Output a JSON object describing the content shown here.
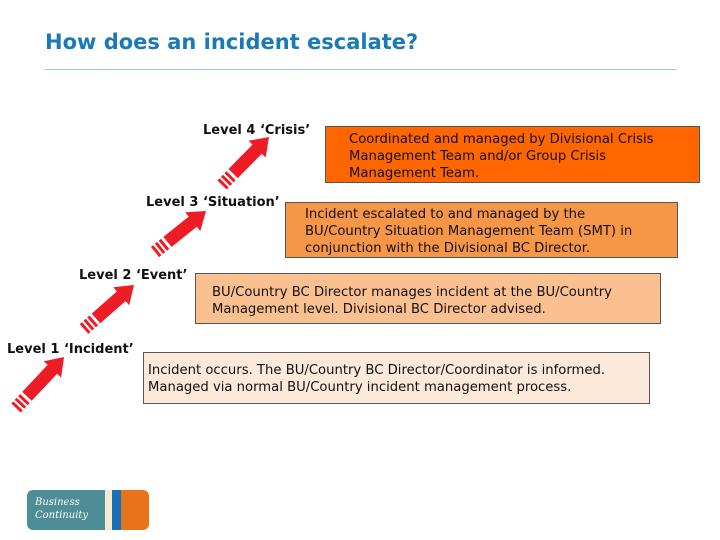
{
  "slide": {
    "title": "How does an incident escalate?"
  },
  "levels": [
    {
      "label": "Level 1 ‘Incident’",
      "description_lines": [
        "Incident occurs. The BU/Country BC Director/Coordinator is informed.",
        "Managed via normal BU/Country incident management process."
      ],
      "box_color": "#fde9d9"
    },
    {
      "label": "Level 2 ‘Event’",
      "description_lines": [
        "BU/Country BC Director manages incident at the BU/Country",
        "Management level. Divisional BC Director advised."
      ],
      "box_color": "#fac090"
    },
    {
      "label": "Level 3 ‘Situation’",
      "description_lines": [
        "Incident escalated to and managed by the",
        "BU/Country Situation Management Team (SMT) in",
        "conjunction with the Divisional BC Director."
      ],
      "box_color": "#f79646"
    },
    {
      "label": "Level 4 ‘Crisis’",
      "description_lines": [
        "Coordinated and managed by Divisional Crisis",
        "Management Team and/or Group Crisis",
        "Management Team."
      ],
      "box_color": "#ff6600"
    }
  ],
  "colors": {
    "title": "#1b79b6",
    "arrow": "#ee1c25",
    "logo_teal": "#4d8d96",
    "logo_blue": "#1570b8",
    "logo_orange": "#e8731a"
  },
  "logo": {
    "line1": "Business",
    "line2": "Continuity"
  },
  "icons": {
    "escalation_arrow": "striped-up-right-arrow"
  }
}
